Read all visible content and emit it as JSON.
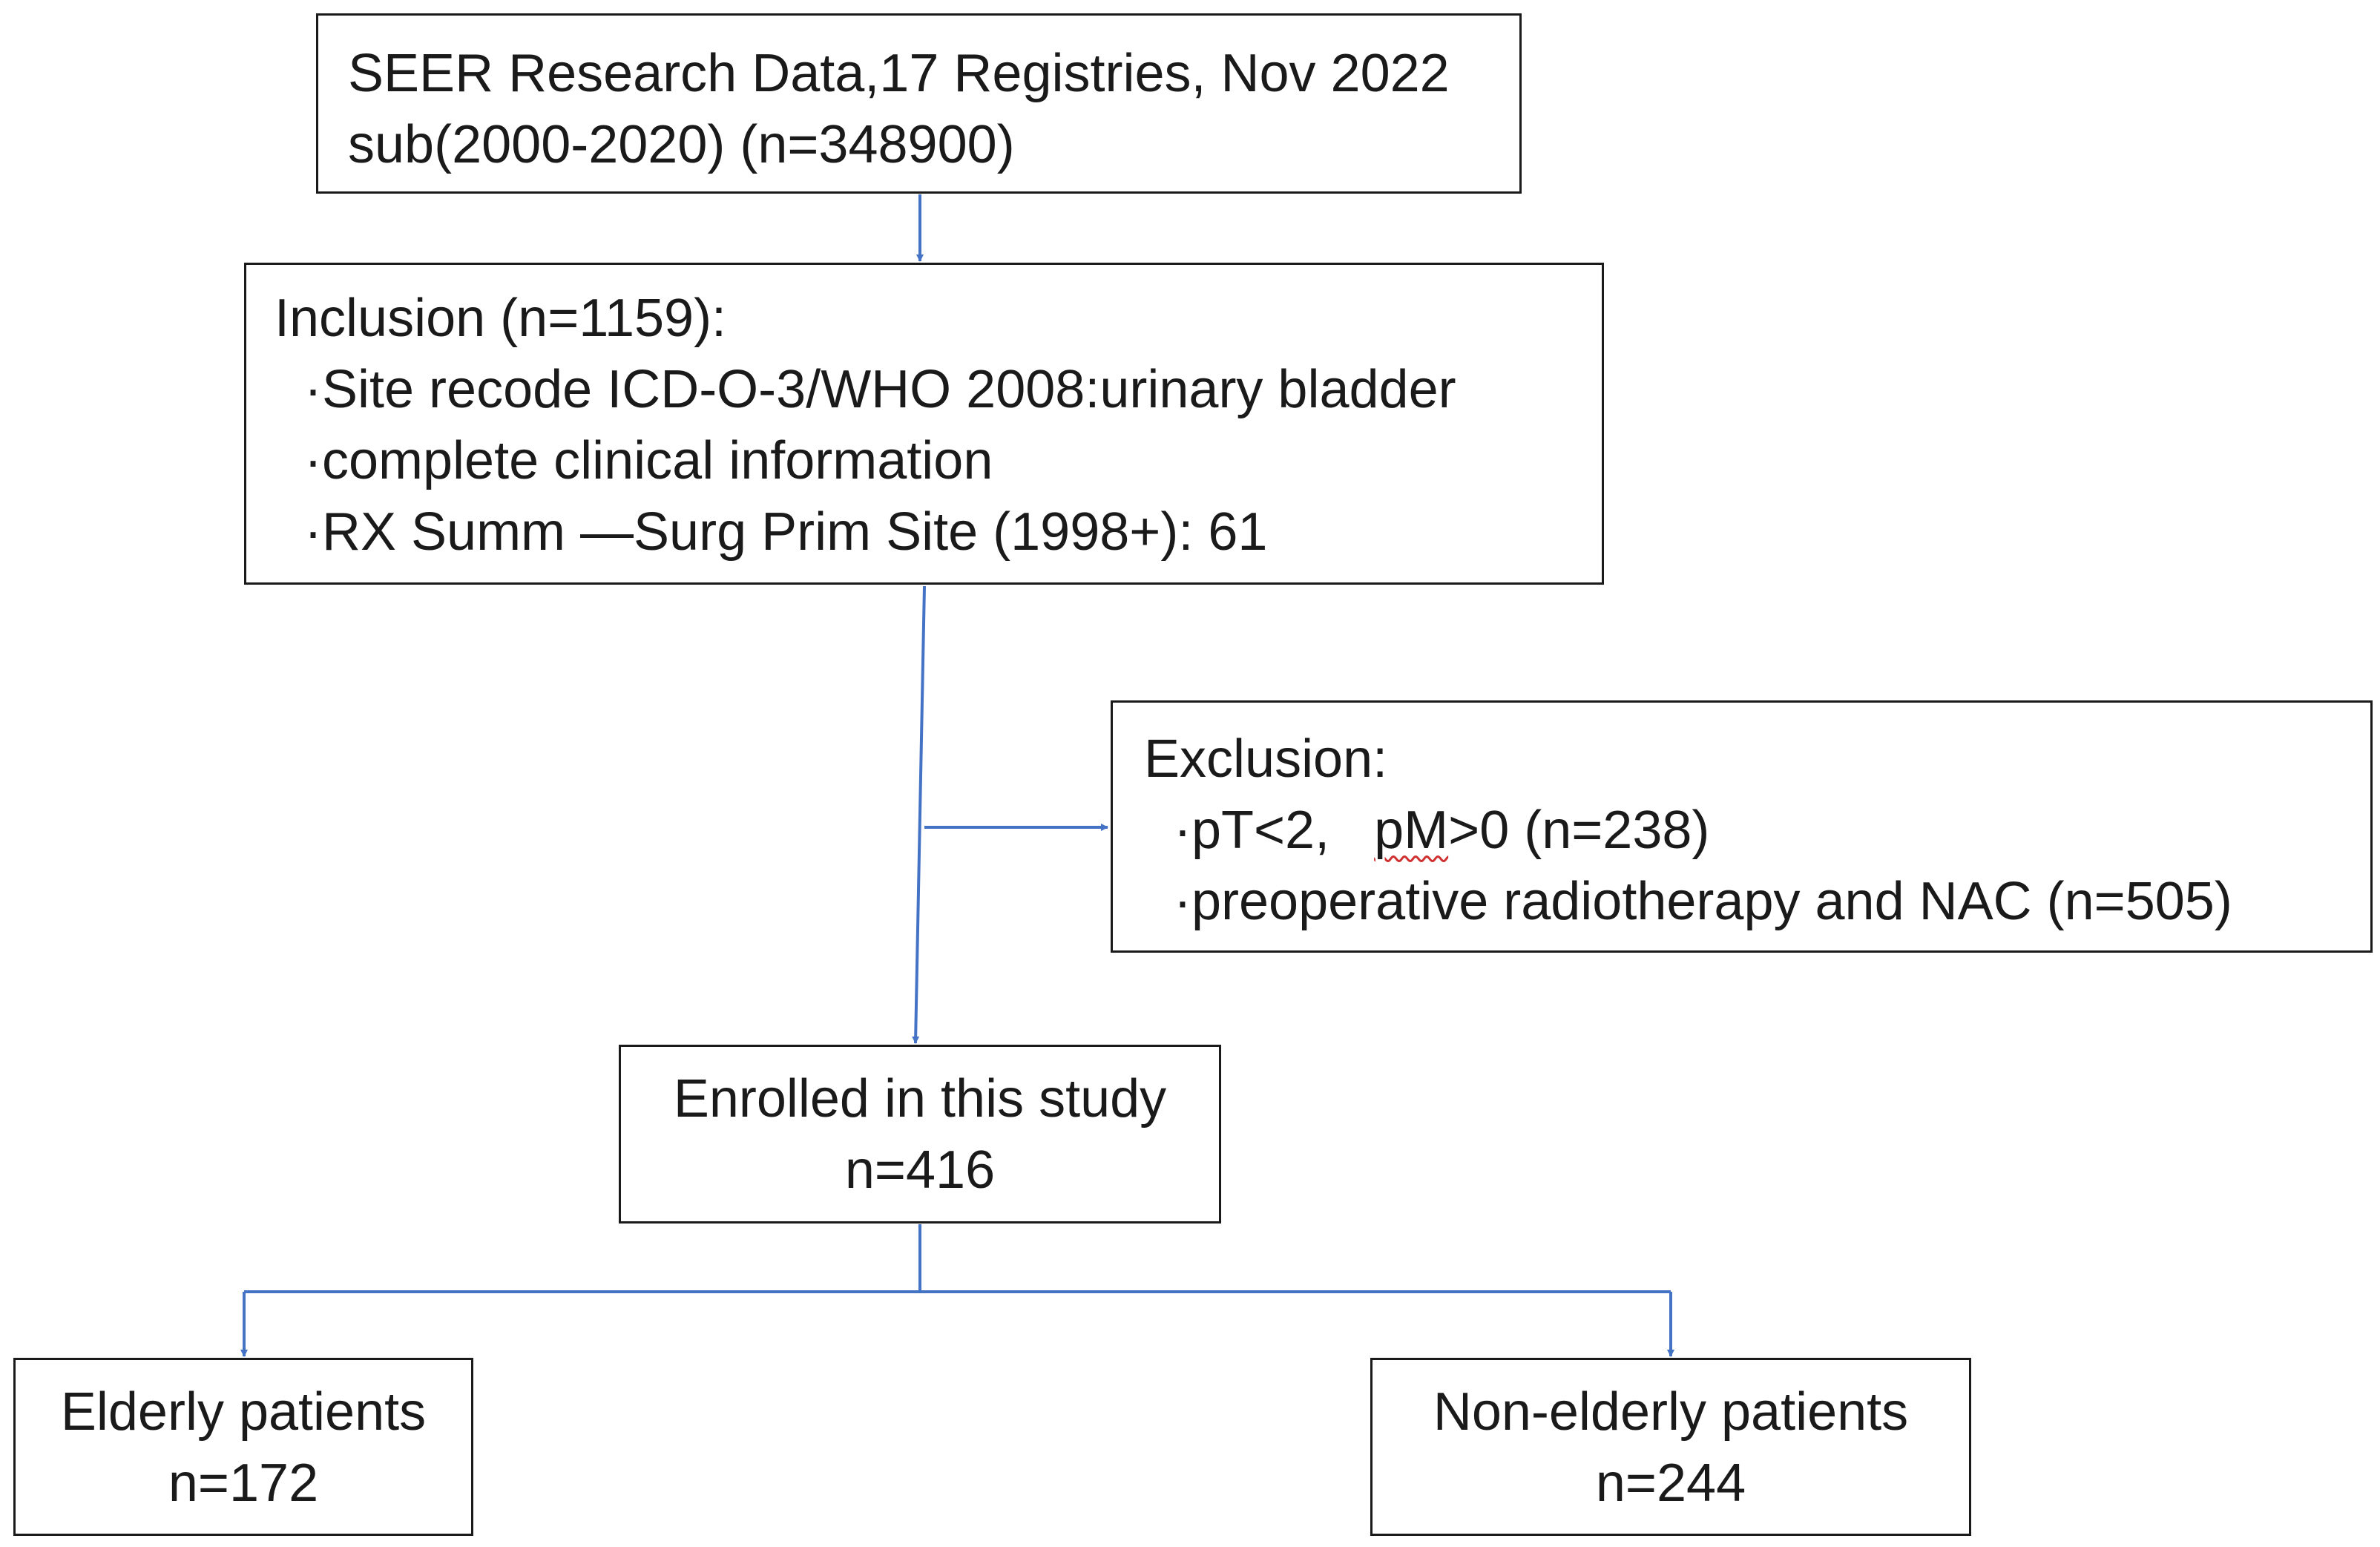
{
  "source_box": {
    "line1": "SEER Research Data,17 Registries, Nov 2022",
    "line2": "sub(2000-2020)   (n=348900)"
  },
  "inclusion_box": {
    "title": "Inclusion (n=1159):",
    "items": [
      "·Site recode ICD-O-3/WHO 2008:urinary bladder",
      "·complete clinical information",
      "·RX Summ —Surg Prim Site (1998+):  61"
    ]
  },
  "exclusion_box": {
    "title": "Exclusion:",
    "item1_prefix": "·pT<2,   ",
    "item1_pm": "pM",
    "item1_suffix": ">0 (n=238)",
    "item2": "·preoperative radiotherapy and NAC (n=505)"
  },
  "enrolled_box": {
    "line1": "Enrolled in this study",
    "line2": "n=416"
  },
  "elderly_box": {
    "line1": "Elderly patients",
    "line2": "n=172"
  },
  "nonelderly_box": {
    "line1": "Non-elderly patients",
    "line2": "n=244"
  },
  "colors": {
    "arrow": "#4472c4",
    "border": "#1a1a1a"
  }
}
